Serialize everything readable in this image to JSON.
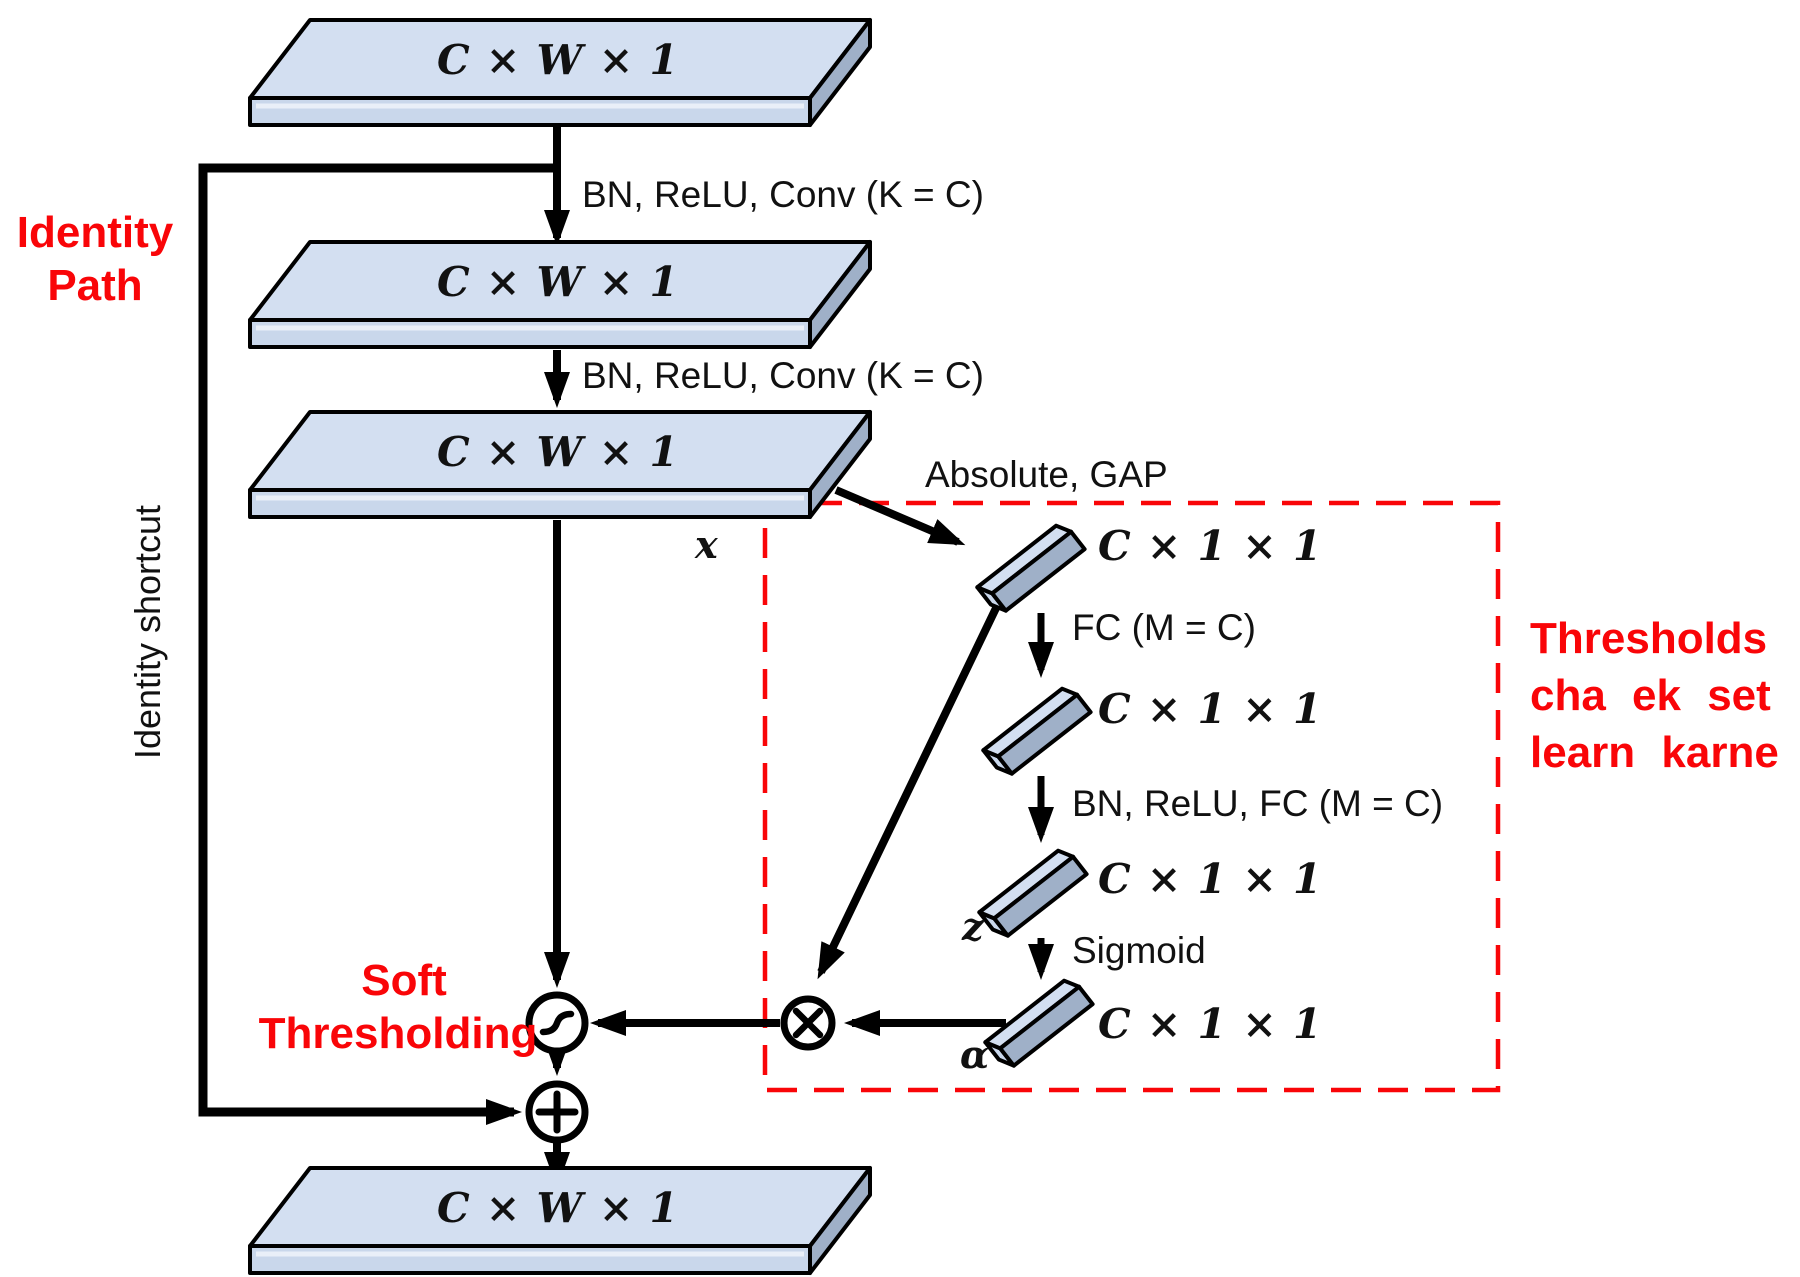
{
  "slabs": [
    "C × W × 1",
    "C × W × 1",
    "C × W × 1",
    "C × W × 1"
  ],
  "bars": [
    "C × 1 × 1",
    "C × 1 × 1",
    "C × 1 × 1",
    "C × 1 × 1"
  ],
  "ops": {
    "conv1": "BN, ReLU, Conv (K = C)",
    "conv2": "BN, ReLU, Conv (K = C)",
    "absolute_gap": "Absolute, GAP",
    "fc1": "FC (M = C)",
    "fc2": "BN, ReLU, FC (M = C)",
    "sigmoid": "Sigmoid"
  },
  "vars": {
    "x": "x",
    "z": "z",
    "alpha": "α"
  },
  "annotations": {
    "identity_path": [
      "Identity",
      "Path"
    ],
    "identity_shortcut": "Identity shortcut",
    "soft_thresholding": [
      "Soft",
      "Thresholding"
    ],
    "thresholds_note": [
      "Thresholds",
      "cha ek set",
      "learn karne"
    ]
  },
  "colors": {
    "slab_fill": "#c9d7eb",
    "slab_top": "#d3dff1",
    "slab_side": "#9fb0c8",
    "slab_highlight": "#e9eff8",
    "outline": "#000000",
    "accent_red": "#f90508"
  }
}
